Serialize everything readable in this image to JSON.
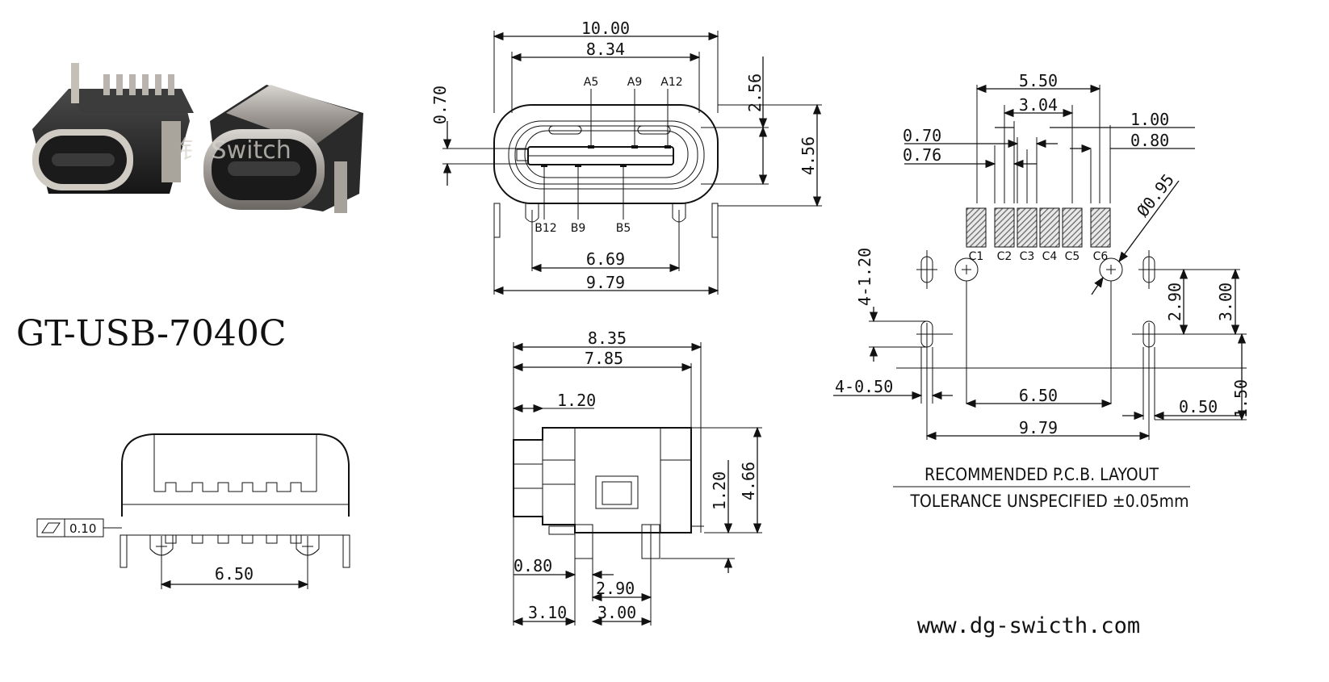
{
  "title": {
    "part_number": "GT-USB-7040C",
    "website": "www.dg-swicth.com"
  },
  "photo": {
    "watermark": "钅 Switch"
  },
  "front_view": {
    "dims": {
      "overall_width": "10.00",
      "inner_width": "8.34",
      "top_offset": "2.56",
      "height": "4.56",
      "slot_height": "0.70",
      "pin_span": "6.69",
      "leg_span": "9.79"
    },
    "pins_top": [
      "A5",
      "A9",
      "A12"
    ],
    "pins_bottom": [
      "B12",
      "B9",
      "B5"
    ]
  },
  "rear_view": {
    "dims": {
      "peg_span": "6.50",
      "flatness": "0.10"
    }
  },
  "side_view": {
    "dims": {
      "length_a": "8.35",
      "length_b": "7.85",
      "offset": "1.20",
      "height": "4.66",
      "leg_height": "1.20",
      "lead_a": "0.80",
      "lead_b": "2.90",
      "bottom_a": "3.10",
      "bottom_b": "3.00"
    }
  },
  "pcb_layout": {
    "dims": {
      "pad_span": "5.50",
      "inner_span": "3.04",
      "pitch": "1.00",
      "pad_a": "0.70",
      "pad_b": "0.80",
      "pad_c": "0.76",
      "hole_dia": "Ø0.95",
      "slot_len": "4-1.20",
      "row_gap": "2.90",
      "row_gap_b": "3.00",
      "slot_width": "4-0.50",
      "hole_span": "6.50",
      "slot_w_b": "0.50",
      "edge": "1.50",
      "total_span": "9.79"
    },
    "pads": [
      "C1",
      "C2",
      "C3",
      "C4",
      "C5",
      "C6"
    ],
    "heading": "RECOMMENDED  P.C.B. LAYOUT",
    "tolerance": "TOLERANCE UNSPECIFIED ±0.05mm"
  }
}
